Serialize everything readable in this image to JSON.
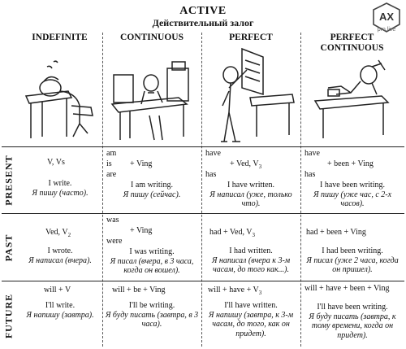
{
  "header": {
    "title": "ACTIVE",
    "subtitle": "Действительный залог",
    "logo_text": "AX",
    "logo_sub": "pro.live"
  },
  "columns": [
    "INDEFINITE",
    "CONTINUOUS",
    "PERFECT",
    "PERFECT CONTINUOUS"
  ],
  "rows": {
    "present": {
      "label": "PRESENT",
      "indefinite": {
        "formula": "V, Vs",
        "example": "I write.",
        "translation": "Я пишу (часто)."
      },
      "continuous": {
        "aux1": "am",
        "aux2": "is",
        "aux3": "are",
        "formula": "+ Ving",
        "example": "I am writing.",
        "translation": "Я пишу (сейчас)."
      },
      "perfect": {
        "aux1": "have",
        "aux2": "has",
        "formula": "+ Ved, V",
        "sub": "3",
        "example": "I have written.",
        "translation": "Я написал (уже, только что)."
      },
      "perfect_continuous": {
        "aux1": "have",
        "aux2": "has",
        "formula": "+ been + Ving",
        "example": "I have been writing.",
        "translation": "Я пишу (уже час, с 2-х часов)."
      }
    },
    "past": {
      "label": "PAST",
      "indefinite": {
        "formula": "Ved, V",
        "sub": "2",
        "example": "I wrote.",
        "translation": "Я написал (вчера)."
      },
      "continuous": {
        "aux1": "was",
        "aux2": "were",
        "formula": "+ Ving",
        "example": "I was writing.",
        "translation": "Я писал (вчера, в 3 часа, когда он вошел)."
      },
      "perfect": {
        "formula": "had + Ved, V",
        "sub": "3",
        "example": "I had written.",
        "translation": "Я написал (вчера к 3-м часам, до того как...)."
      },
      "perfect_continuous": {
        "formula": "had + been + Ving",
        "example": "I had been writing.",
        "translation": "Я писал (уже 2 часа, когда он пришел)."
      }
    },
    "future": {
      "label": "FUTURE",
      "indefinite": {
        "formula": "will + V",
        "example": "I'll write.",
        "translation": "Я напишу (завтра)."
      },
      "continuous": {
        "formula": "will + be + Ving",
        "example": "I'll be writing.",
        "translation": "Я буду писать (завтра, в 3 часа)."
      },
      "perfect": {
        "formula": "will + have + V",
        "sub": "3",
        "example": "I'll have written.",
        "translation": "Я напишу (завтра, к 3-м часам, до того, как он придет)."
      },
      "perfect_continuous": {
        "formula": "will + have + been + Ving",
        "example": "I'll have been writing.",
        "translation": "Я буду писать (завтра, к тому времени, когда он придет)."
      }
    }
  }
}
